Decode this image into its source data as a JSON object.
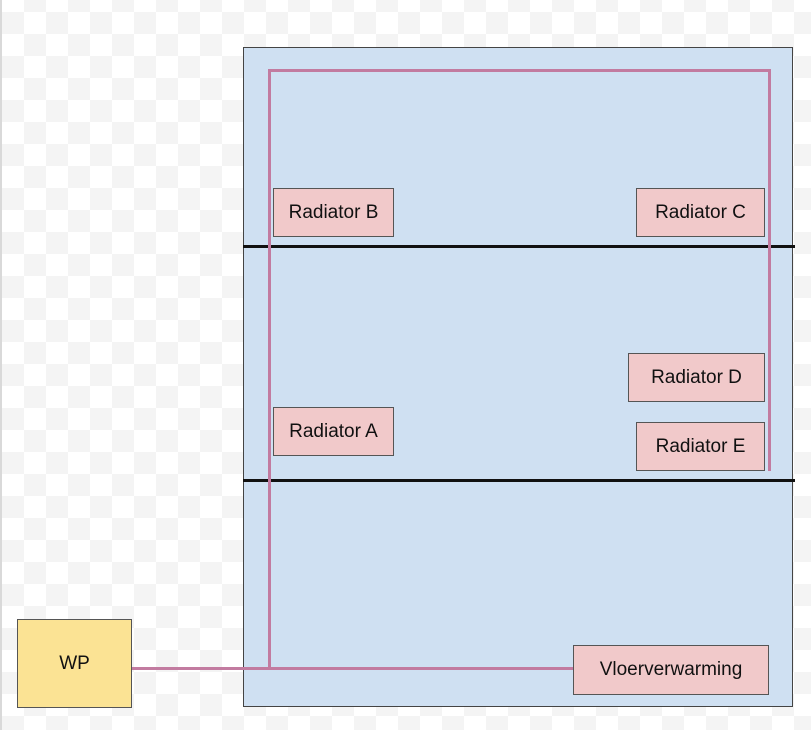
{
  "diagram": {
    "title": "",
    "colors": {
      "house_fill": "#cfe0f2",
      "radiator_fill": "#f1c9ca",
      "heat_pump_fill": "#fbe394",
      "pipe": "#c27ba0",
      "floor_line": "#111111"
    },
    "heat_pump": {
      "label": "WP"
    },
    "radiators": [
      {
        "id": "radiator-b",
        "label": "Radiator B"
      },
      {
        "id": "radiator-c",
        "label": "Radiator C"
      },
      {
        "id": "radiator-d",
        "label": "Radiator D"
      },
      {
        "id": "radiator-a",
        "label": "Radiator A"
      },
      {
        "id": "radiator-e",
        "label": "Radiator E"
      }
    ],
    "floor_heating": {
      "label": "Vloerverwarming"
    },
    "floors": [
      "top",
      "middle",
      "ground"
    ],
    "connections": [
      [
        "WP",
        "Vloerverwarming"
      ],
      [
        "WP",
        "Radiator A"
      ],
      [
        "WP",
        "Radiator B"
      ],
      [
        "Radiator B",
        "Radiator C"
      ],
      [
        "Radiator C",
        "Radiator E"
      ]
    ]
  }
}
